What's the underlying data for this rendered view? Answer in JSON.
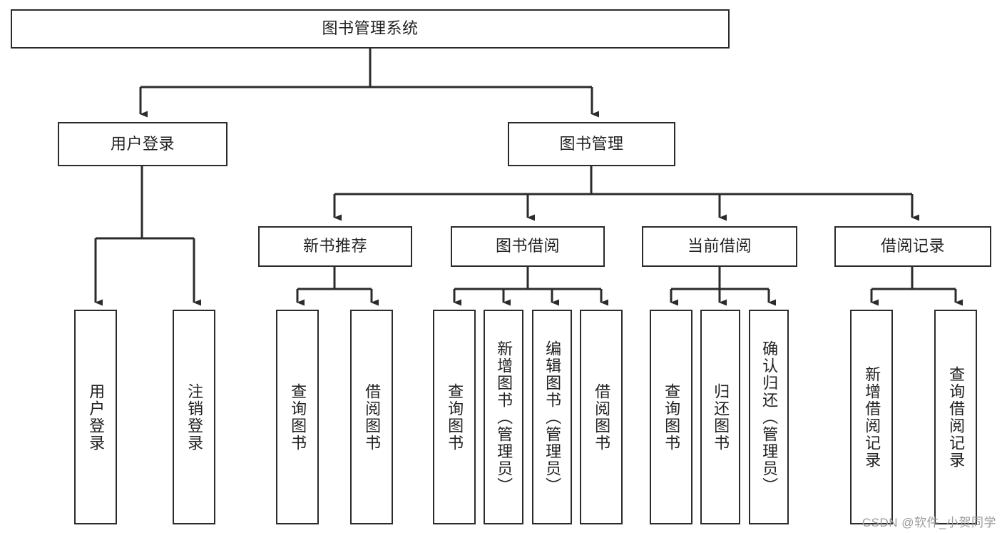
{
  "diagram": {
    "title": "图书管理系统",
    "type": "tree-hierarchy",
    "colors": {
      "box_border": "#2b2b2b",
      "box_fill": "#ffffff",
      "connector": "#2b2b2b",
      "text": "#222222",
      "watermark": "#9b9b9b",
      "background": "#ffffff"
    },
    "root": {
      "label": "图书管理系统",
      "orientation": "horizontal"
    },
    "level2": [
      {
        "label": "用户登录",
        "orientation": "horizontal"
      },
      {
        "label": "图书管理",
        "orientation": "horizontal"
      }
    ],
    "level3": [
      {
        "label": "新书推荐",
        "orientation": "horizontal"
      },
      {
        "label": "图书借阅",
        "orientation": "horizontal"
      },
      {
        "label": "当前借阅",
        "orientation": "horizontal"
      },
      {
        "label": "借阅记录",
        "orientation": "horizontal"
      }
    ],
    "leaves": {
      "user_login": [
        {
          "label": "用户登录",
          "orientation": "vertical"
        },
        {
          "label": "注销登录",
          "orientation": "vertical"
        }
      ],
      "new_book_recommend": [
        {
          "label": "查询图书",
          "orientation": "vertical"
        },
        {
          "label": "借阅图书",
          "orientation": "vertical"
        }
      ],
      "book_borrow": [
        {
          "label": "查询图书",
          "orientation": "vertical"
        },
        {
          "label": "新增图书（管理员）",
          "orientation": "vertical"
        },
        {
          "label": "编辑图书（管理员）",
          "orientation": "vertical"
        },
        {
          "label": "借阅图书",
          "orientation": "vertical"
        }
      ],
      "current_borrow": [
        {
          "label": "查询图书",
          "orientation": "vertical"
        },
        {
          "label": "归还图书",
          "orientation": "vertical"
        },
        {
          "label": "确认归还（管理员）",
          "orientation": "vertical"
        }
      ],
      "borrow_record": [
        {
          "label": "新增借阅记录",
          "orientation": "vertical"
        },
        {
          "label": "查询借阅记录",
          "orientation": "vertical"
        }
      ]
    }
  },
  "watermark": {
    "text": "CSDN @软件_小贺同学"
  }
}
